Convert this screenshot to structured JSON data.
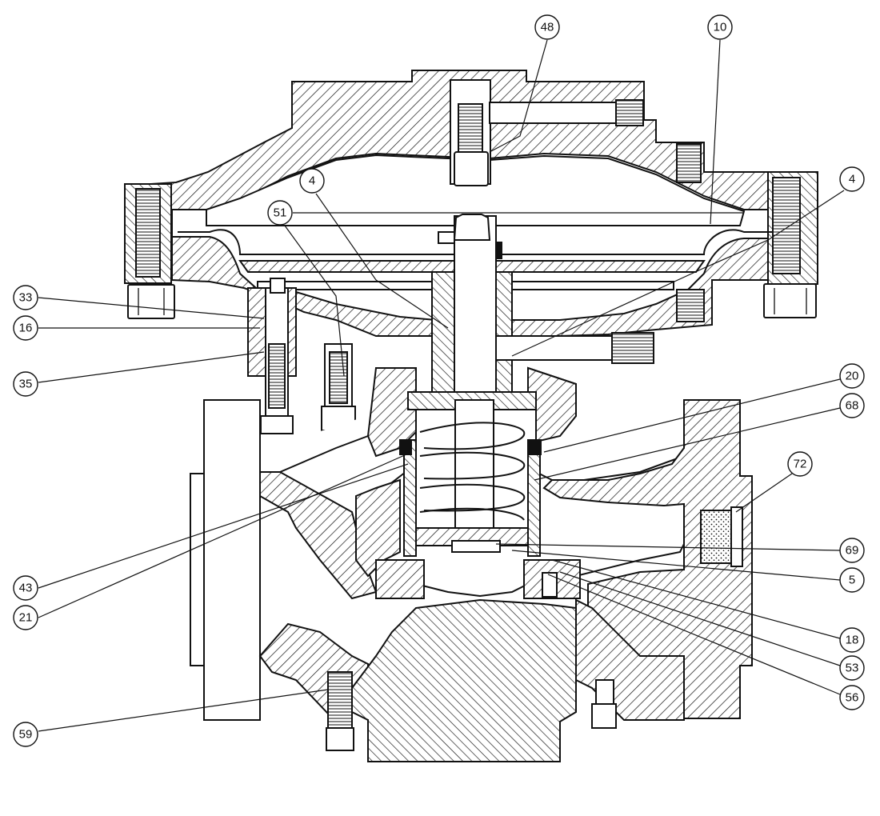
{
  "colors": {
    "ink": "#111111",
    "paper": "#ffffff"
  },
  "callouts": [
    {
      "id": "c48",
      "label": "48"
    },
    {
      "id": "c10",
      "label": "10"
    },
    {
      "id": "c4a",
      "label": "4"
    },
    {
      "id": "c4b",
      "label": "4"
    },
    {
      "id": "c51",
      "label": "51"
    },
    {
      "id": "c33",
      "label": "33"
    },
    {
      "id": "c16",
      "label": "16"
    },
    {
      "id": "c35",
      "label": "35"
    },
    {
      "id": "c20",
      "label": "20"
    },
    {
      "id": "c68",
      "label": "68"
    },
    {
      "id": "c72",
      "label": "72"
    },
    {
      "id": "c69",
      "label": "69"
    },
    {
      "id": "c5",
      "label": "5"
    },
    {
      "id": "c43",
      "label": "43"
    },
    {
      "id": "c21",
      "label": "21"
    },
    {
      "id": "c18",
      "label": "18"
    },
    {
      "id": "c53",
      "label": "53"
    },
    {
      "id": "c56",
      "label": "56"
    },
    {
      "id": "c59",
      "label": "59"
    }
  ]
}
